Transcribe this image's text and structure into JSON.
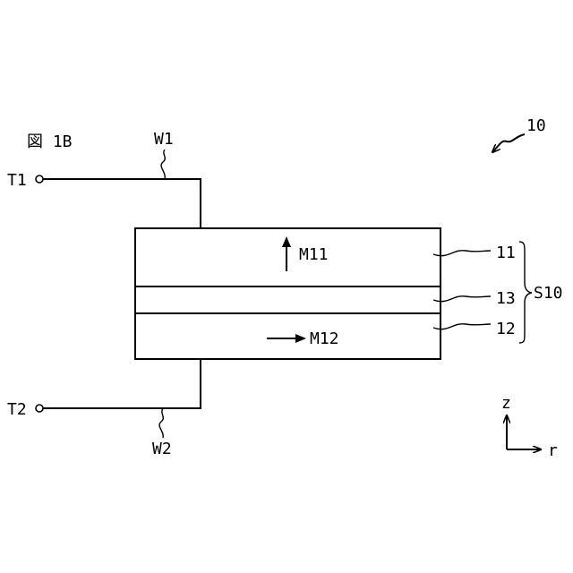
{
  "figure_label": "図 1B",
  "device_ref": "10",
  "terminals": {
    "t1": "T1",
    "t2": "T2"
  },
  "wires": {
    "w1": "W1",
    "w2": "W2"
  },
  "layers": {
    "top": {
      "ref": "11",
      "magnetization": "M11",
      "direction": "up"
    },
    "middle": {
      "ref": "13"
    },
    "bottom": {
      "ref": "12",
      "magnetization": "M12",
      "direction": "right"
    }
  },
  "stack_ref": "S10",
  "axes": {
    "vertical": "z",
    "horizontal": "r"
  }
}
